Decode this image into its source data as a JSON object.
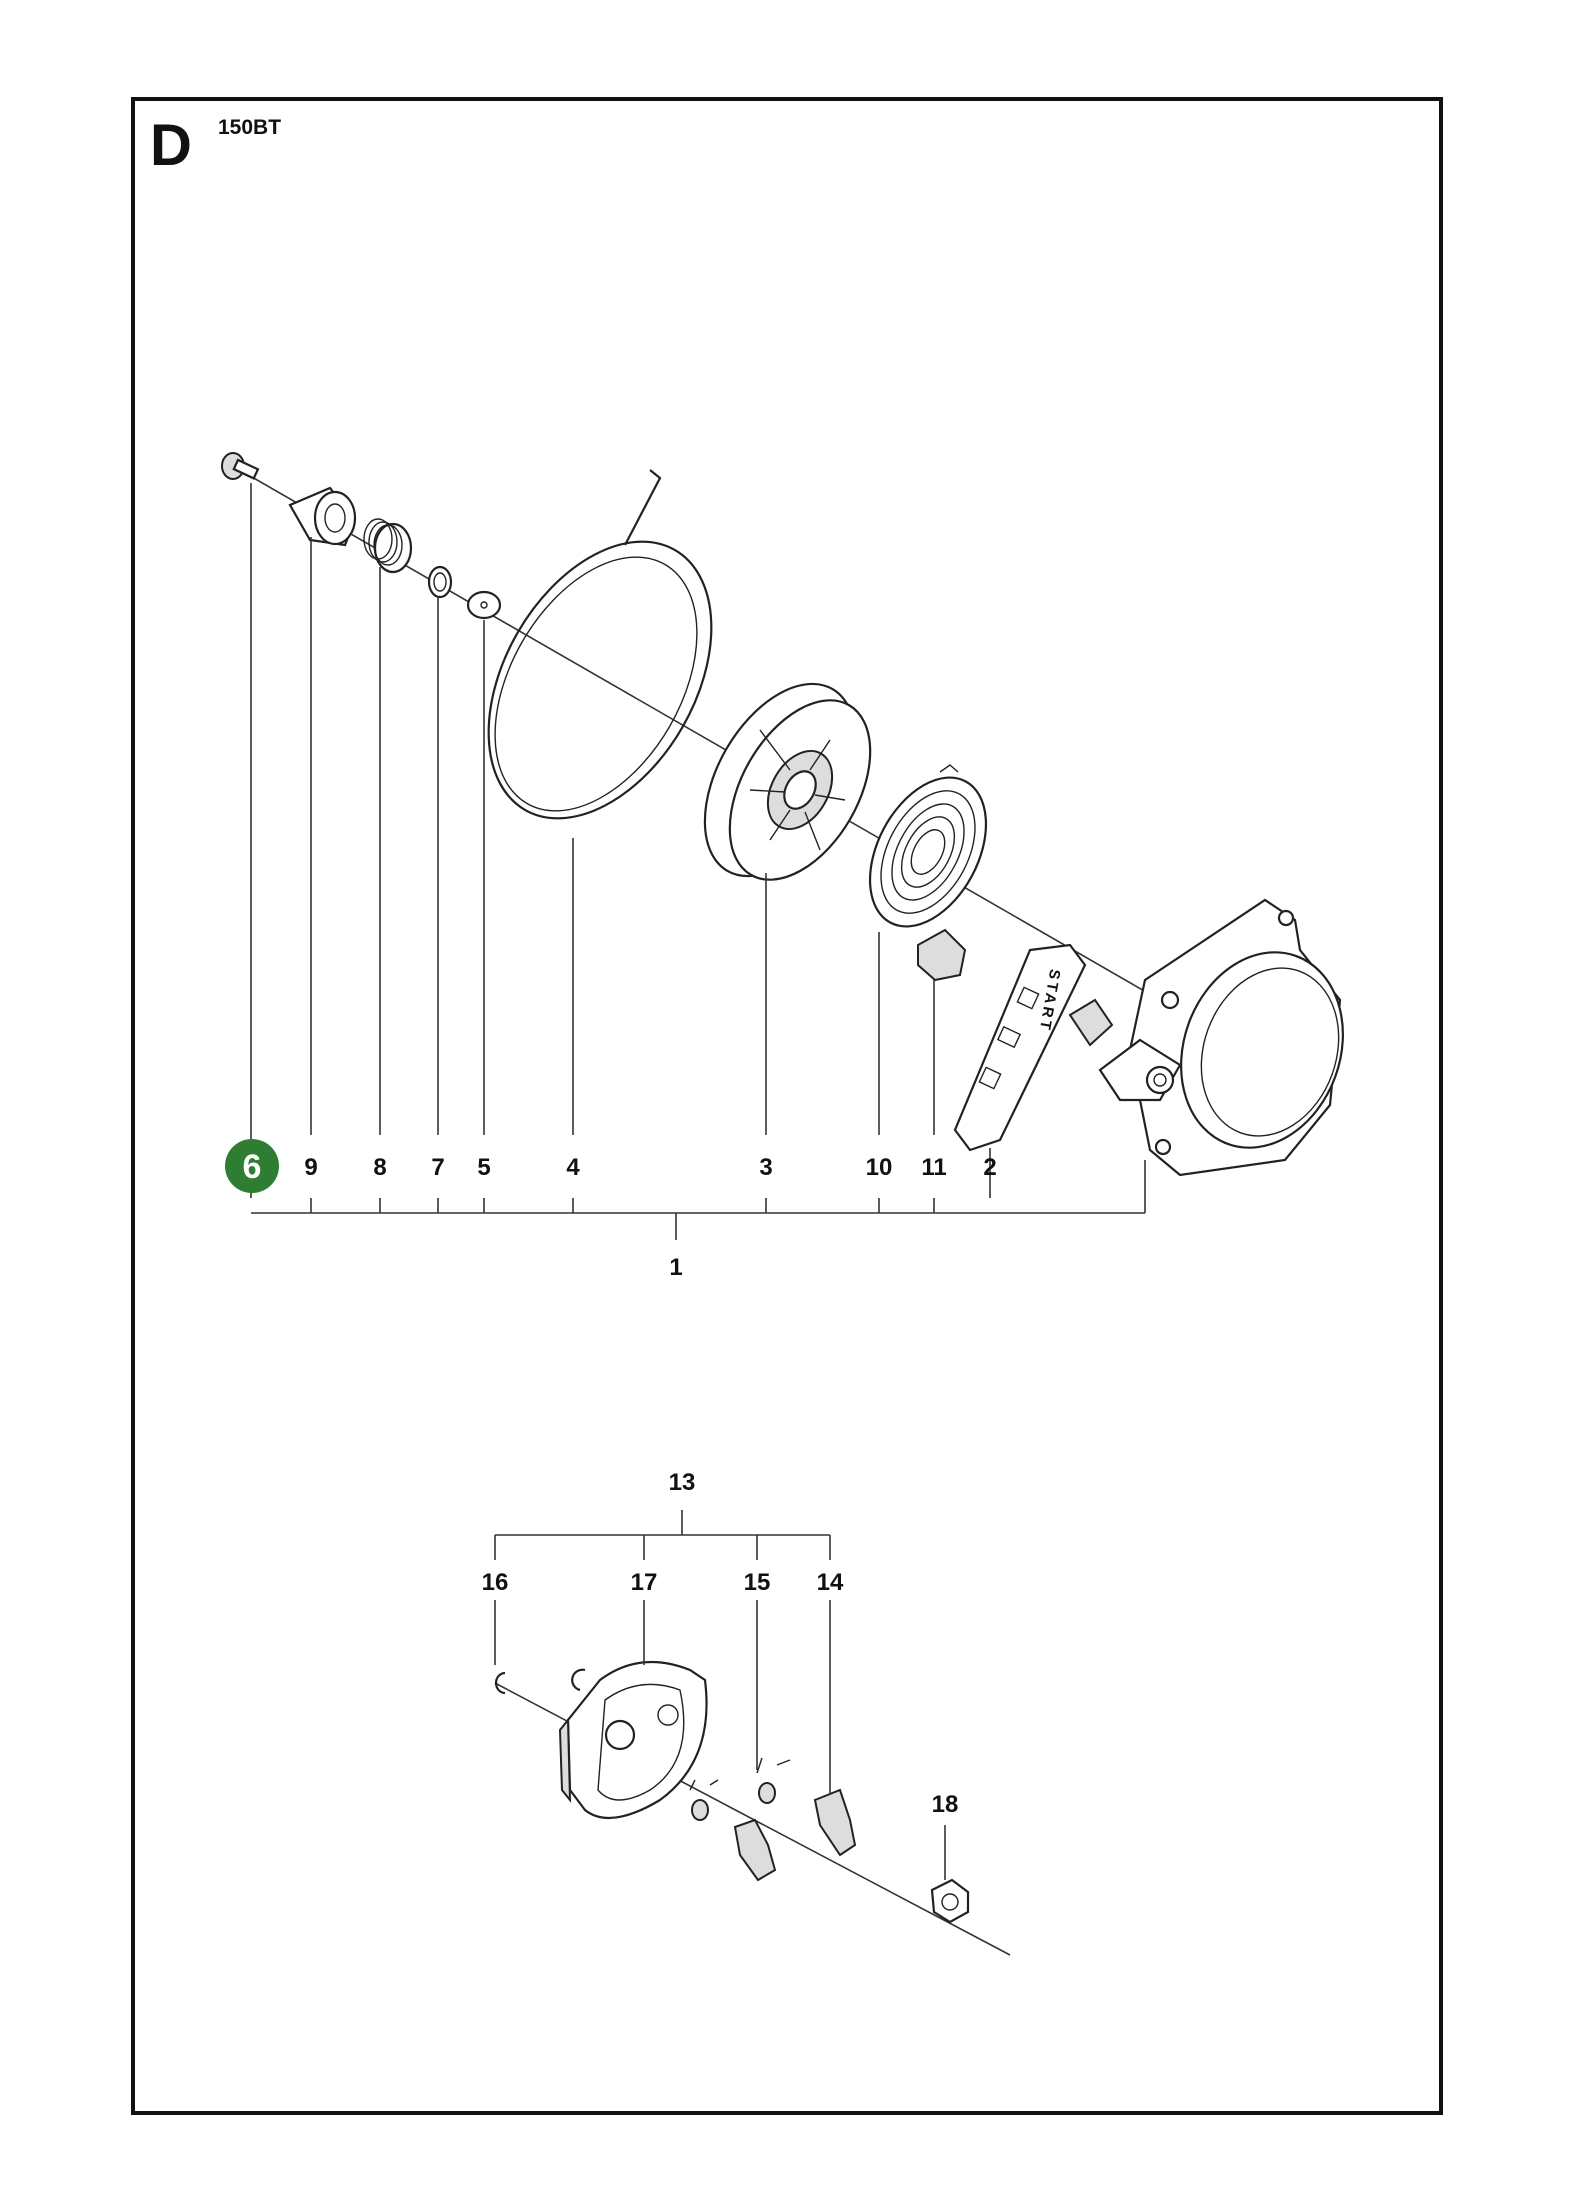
{
  "header": {
    "section": "D",
    "model": "150BT"
  },
  "badge": {
    "number": "6",
    "color": "#2e7d32"
  },
  "upper_assembly": {
    "group_label": "1",
    "callouts": [
      "9",
      "8",
      "7",
      "5",
      "4",
      "3",
      "10",
      "11",
      "2"
    ]
  },
  "lower_assembly": {
    "group_label": "13",
    "callouts": [
      "16",
      "17",
      "15",
      "14",
      "18"
    ]
  },
  "handle_text": "START"
}
